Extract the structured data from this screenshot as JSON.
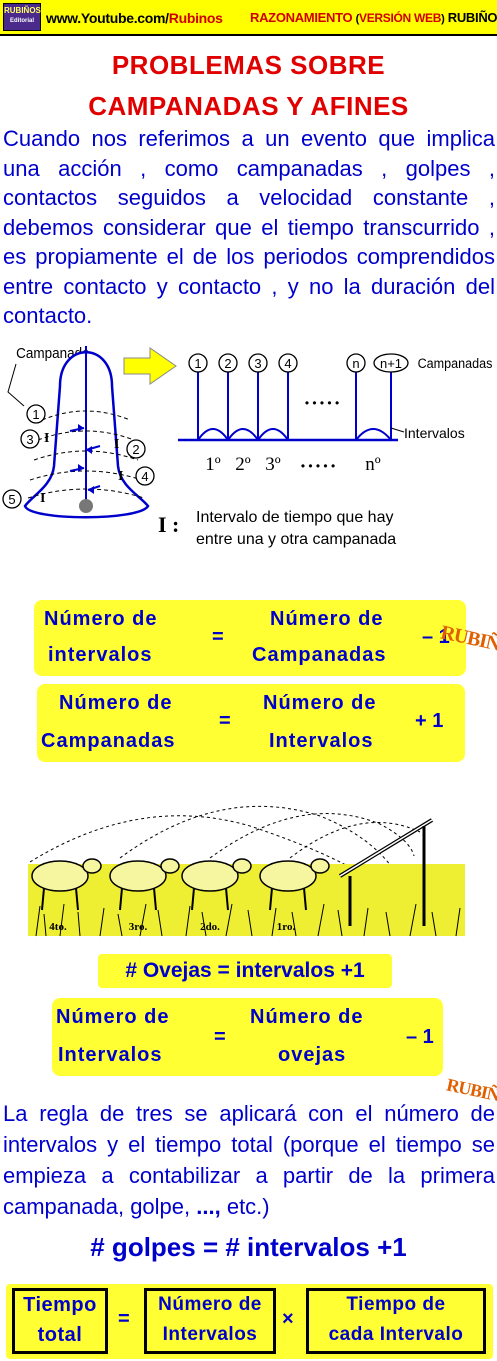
{
  "header": {
    "logo_line1": "RUBIÑOS",
    "logo_line2": "Editorial",
    "url_prefix": "www.Youtube.com/",
    "url_name": "Rubinos",
    "subject": "RAZONAMIENTO",
    "open_paren": "(",
    "version": "VERSIÓN WEB",
    "close_paren": ")",
    "brand": "RUBIÑOS"
  },
  "title": {
    "line1": "PROBLEMAS SOBRE",
    "line2": "CAMPANADAS Y AFINES"
  },
  "intro": "Cuando nos referimos a un evento que implica una acción , como campanadas , golpes , contactos seguidos a velocidad constante , debemos considerar que el tiempo transcurrido , es propiamente el de los periodos comprendidos entre contacto y contacto , y no la duración del contacto.",
  "bell": {
    "label": "Campanada",
    "numbers": [
      "1",
      "2",
      "3",
      "4",
      "5"
    ],
    "interval_mark": "I"
  },
  "timeline": {
    "bells": [
      "1",
      "2",
      "3",
      "4",
      "n",
      "n+1"
    ],
    "bells_label": "Campanadas",
    "dots": "• • • • •",
    "intervals_label": "Intervalos",
    "ordinals": [
      "1º",
      "2º",
      "3º",
      "nº"
    ],
    "ordinal_dots": "• • • • •",
    "legend_symbol": "I :",
    "legend_line1": "Intervalo de tiempo que hay",
    "legend_line2": "entre una y otra campanada"
  },
  "formula1": {
    "left_top": "Número de",
    "left_bottom": "intervalos",
    "equals": "=",
    "right_top": "Número de",
    "right_bottom": "Campanadas",
    "tail": "– 1"
  },
  "formula2": {
    "left_top": "Número de",
    "left_bottom": "Campanadas",
    "equals": "=",
    "right_top": "Número de",
    "right_bottom": "Intervalos",
    "tail": "+ 1"
  },
  "sheep": {
    "labels": [
      "4to.",
      "3ro.",
      "2do.",
      "1ro."
    ]
  },
  "ovejas_box": "# Ovejas = intervalos +1",
  "formula3": {
    "left_top": "Número de",
    "left_bottom": "Intervalos",
    "equals": "=",
    "right_top": "Número de",
    "right_bottom": "ovejas",
    "tail": "– 1"
  },
  "watermark": "RUBIÑOS",
  "rule_text_1": "La regla de tres se aplicará con el número de intervalos y el tiempo total (porque el tiempo se empieza a contabilizar a partir de la primera campanada, golpe, ",
  "rule_text_bold": "...,",
  "rule_text_2": " etc.)",
  "golpes": "# golpes = # intervalos +1",
  "formula4": {
    "a_top": "Tiempo",
    "a_bottom": "total",
    "equals": "=",
    "b_top": "Número de",
    "b_bottom": "Intervalos",
    "times": "×",
    "c_top": "Tiempo de",
    "c_bottom": "cada Intervalo"
  },
  "colors": {
    "header_bg": "#ffff00",
    "title_red": "#e00000",
    "text_blue": "#0000cc",
    "formula_bg": "#ffff33",
    "arrow_yellow": "#ffff00"
  }
}
